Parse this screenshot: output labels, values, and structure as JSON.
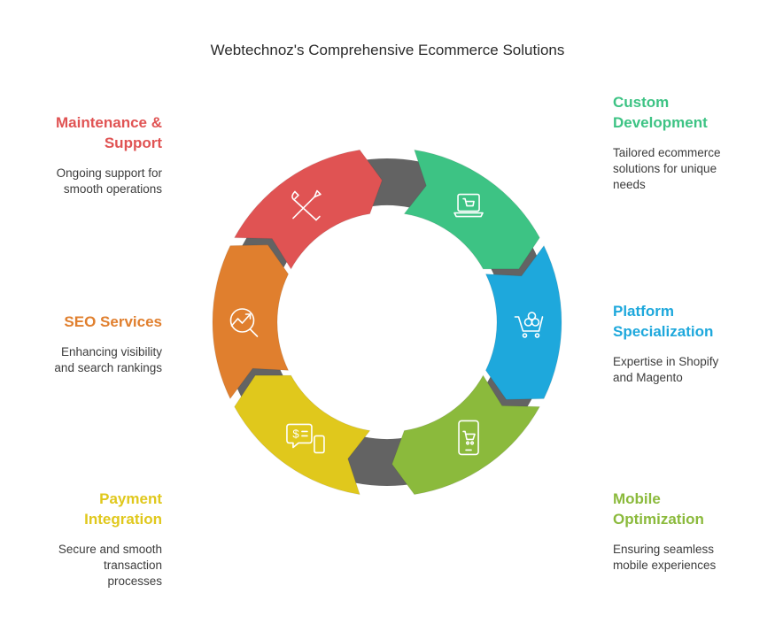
{
  "title": "Webtechnoz's Comprehensive Ecommerce Solutions",
  "segments": [
    {
      "key": "custom",
      "heading": "Custom Development",
      "heading_lines": [
        "Custom",
        "Development"
      ],
      "description_lines": [
        "Tailored ecommerce",
        "solutions for unique",
        "needs"
      ],
      "color": "#3dc384",
      "icon": "laptop-cart-icon"
    },
    {
      "key": "platform",
      "heading": "Platform Specialization",
      "heading_lines": [
        "Platform",
        "Specialization"
      ],
      "description_lines": [
        "Expertise in Shopify",
        "and Magento"
      ],
      "color": "#1ea8dc",
      "icon": "cart-with-products-icon"
    },
    {
      "key": "mobile",
      "heading": "Mobile Optimization",
      "heading_lines": [
        "Mobile",
        "Optimization"
      ],
      "description_lines": [
        "Ensuring seamless",
        "mobile experiences"
      ],
      "color": "#8bba3c",
      "icon": "phone-cart-icon"
    },
    {
      "key": "payment",
      "heading": "Payment Integration",
      "heading_lines": [
        "Payment",
        "Integration"
      ],
      "description_lines": [
        "Secure and smooth",
        "transaction",
        "processes"
      ],
      "color": "#e0c81c",
      "icon": "payment-chat-phone-icon"
    },
    {
      "key": "seo",
      "heading": "SEO Services",
      "heading_lines": [
        "SEO Services"
      ],
      "description_lines": [
        "Enhancing visibility",
        "and search rankings"
      ],
      "color": "#e07f2e",
      "icon": "seo-magnifier-icon"
    },
    {
      "key": "maintenance",
      "heading": "Maintenance & Support",
      "heading_lines": [
        "Maintenance &",
        "Support"
      ],
      "description_lines": [
        "Ongoing support for",
        "smooth operations"
      ],
      "color": "#e05353",
      "icon": "tools-icon"
    }
  ],
  "connector_color": "#636363"
}
